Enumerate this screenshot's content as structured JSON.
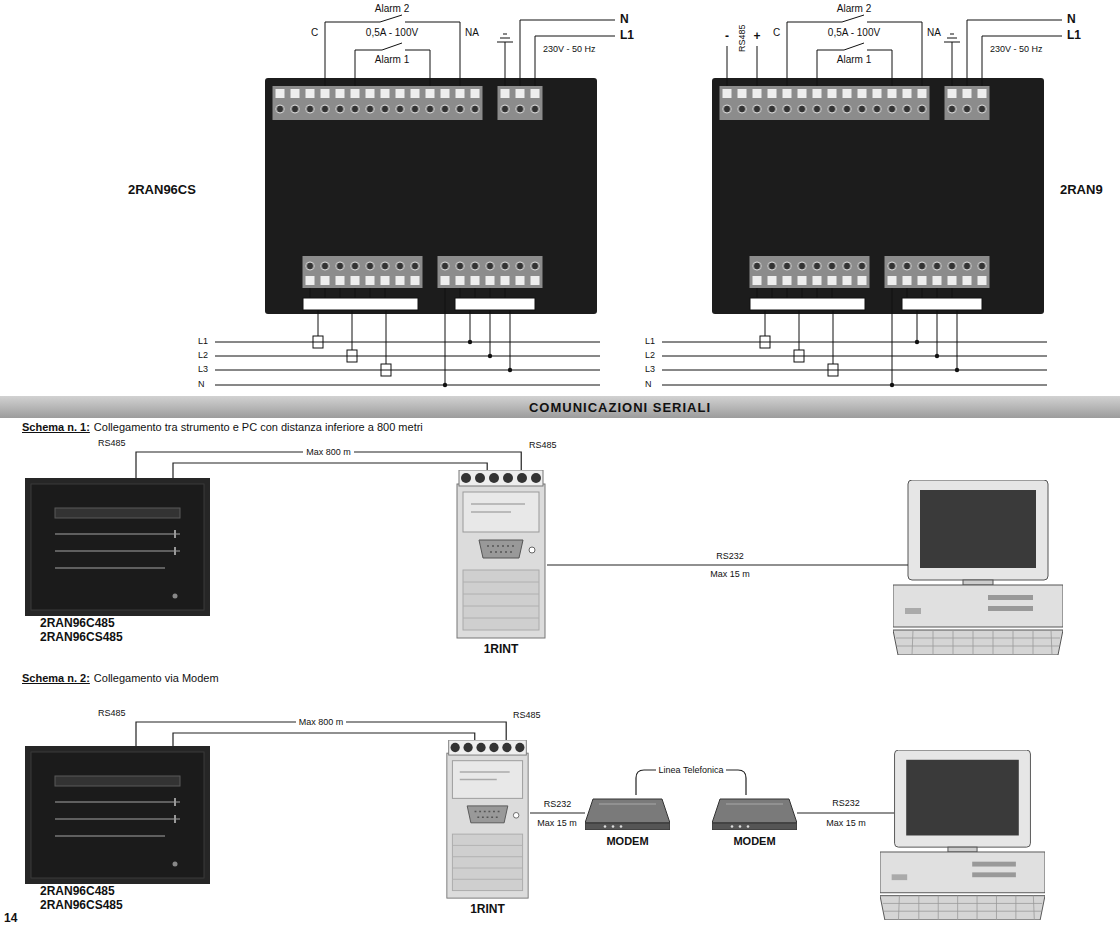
{
  "diagram": {
    "nodes": [
      {
        "text": [
          "COMUNICAZIONI SERIALI"
        ]
      },
      {
        "text": [
          "2RAN96C485",
          "2RAN96CS485"
        ]
      },
      {
        "text": [
          "1RINT"
        ]
      },
      {
        "text": [
          "2RAN96C485",
          "2RAN96CS485"
        ]
      },
      {
        "text": [
          "1RINT"
        ]
      },
      {
        "text": [
          "MODEM"
        ]
      },
      {
        "text": [
          "MODEM"
        ]
      }
    ],
    "edges": [
      {
        "from": 1,
        "to": 2,
        "label": "Max 800 m",
        "arrow": "none"
      },
      {
        "from": 3,
        "to": 4,
        "label": "Max 800 m",
        "arrow": "none"
      },
      {
        "from": 4,
        "to": 5,
        "label": "RS232",
        "arrow": "none"
      },
      {
        "from": 5,
        "to": 6,
        "label": "Linea Telefonica",
        "arrow": "none"
      }
    ],
    "labels": [
      "Alarm 2",
      "C",
      "0,5A - 100V",
      "NA",
      "Alarm 1",
      "N",
      "L1",
      "230V - 50 Hz",
      "2RAN96CS",
      "L1",
      "L2",
      "L3",
      "N",
      "-",
      "RS485",
      "+",
      "Alarm 2",
      "C",
      "0,5A - 100V",
      "NA",
      "Alarm 1",
      "N",
      "L1",
      "230V - 50 Hz",
      "2RAN9",
      "L1",
      "L2",
      "L3",
      "N",
      "Schema n. 1:",
      "Collegamento tra strumento e PC con distanza inferiore a 800 metri",
      "RS485",
      "RS485",
      "RS232",
      "Max 15 m",
      "Schema n. 2:",
      "Collegamento via Modem",
      "RS485",
      "RS485",
      "Max 15 m",
      "RS232",
      "Max 15 m",
      "14"
    ]
  }
}
